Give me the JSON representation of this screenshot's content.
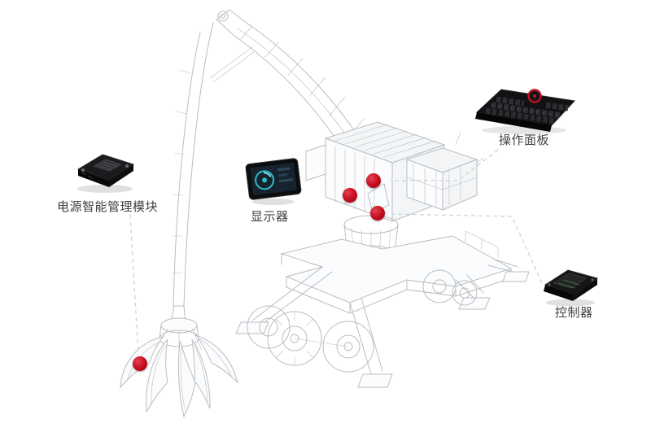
{
  "diagram": {
    "labels": {
      "power_module": "电源智能管理模块",
      "display": "显示器",
      "control_panel": "操作面板",
      "controller": "控制器"
    },
    "colors": {
      "hotspot_red": "#c30a1c",
      "wireframe_gray": "#b9bdc1",
      "connector_line": "#cfd2d4",
      "label_text": "#3f4245"
    }
  }
}
